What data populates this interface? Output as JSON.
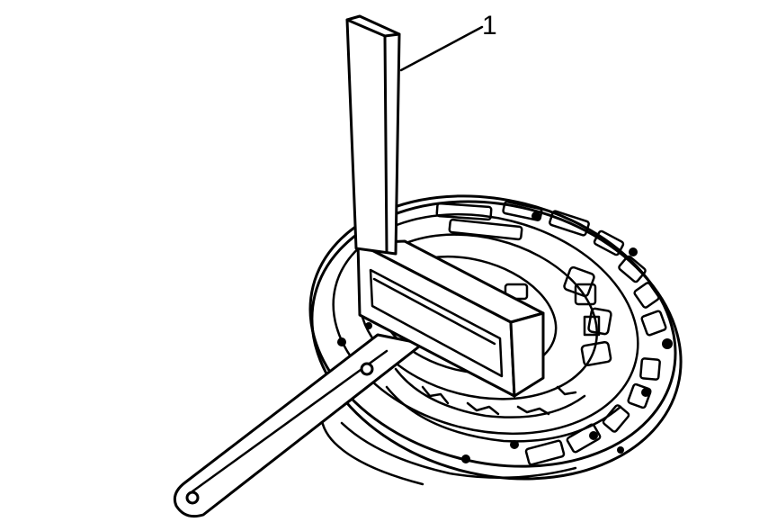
{
  "callout": {
    "label": "1"
  },
  "colors": {
    "ink": "#000000",
    "paper": "#ffffff"
  },
  "parts": [
    "pump-body",
    "straightedge",
    "square",
    "feeler-gauge"
  ]
}
